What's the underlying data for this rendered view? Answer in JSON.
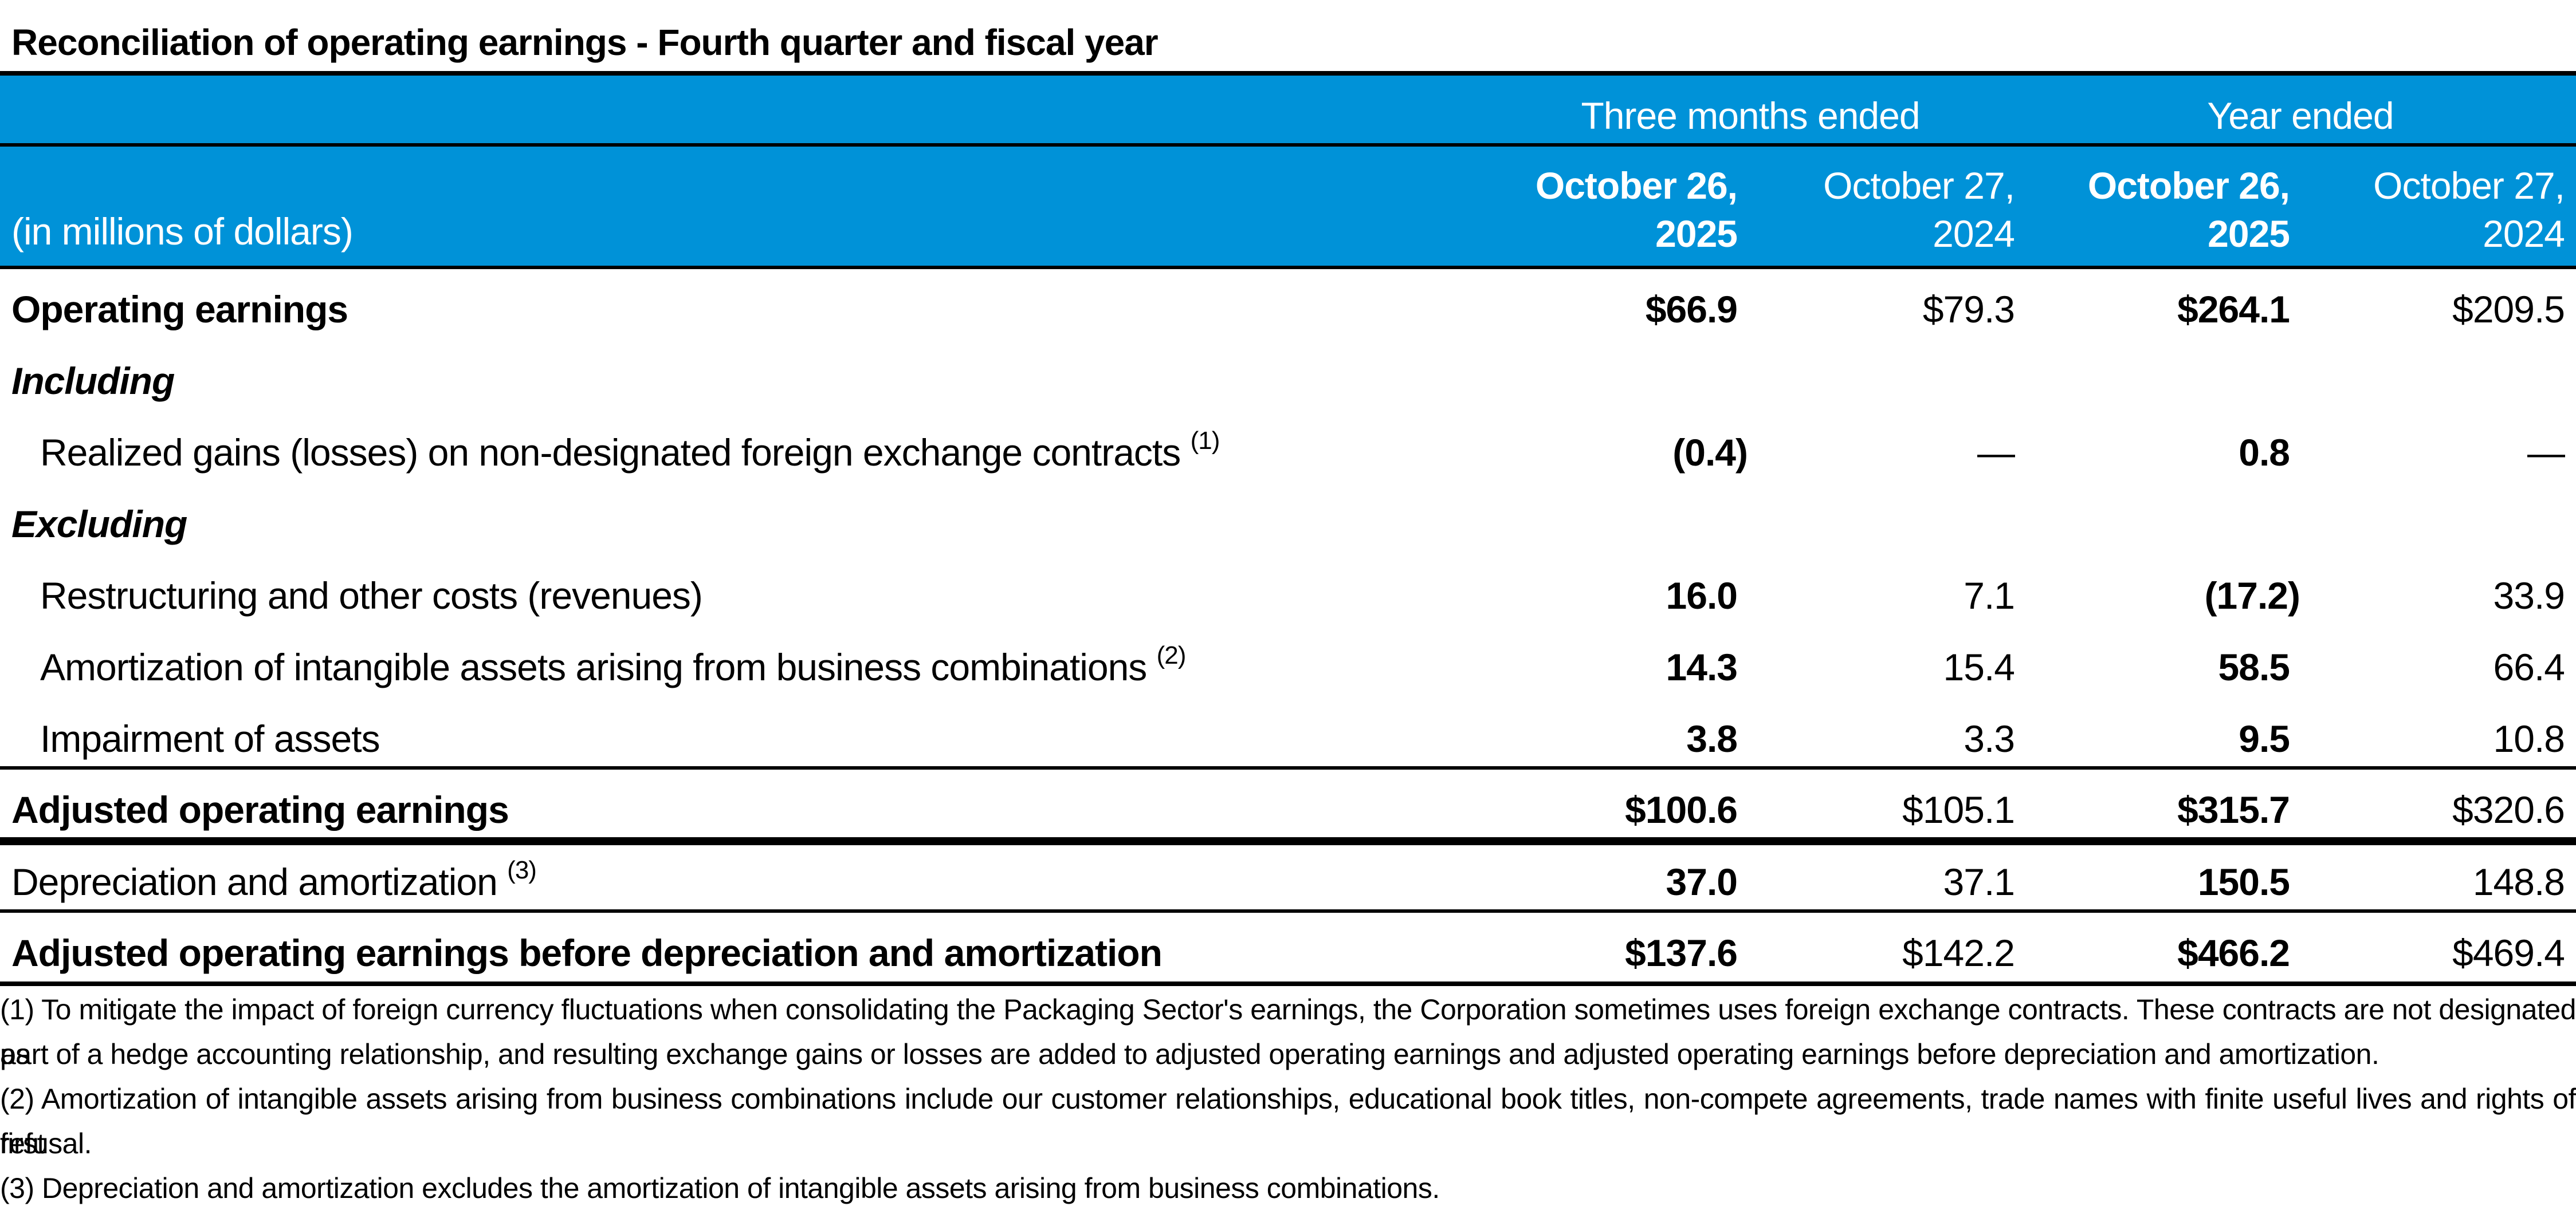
{
  "title": "Reconciliation of operating earnings - Fourth quarter and fiscal year",
  "header": {
    "group_three_months": "Three months ended",
    "group_year": "Year ended",
    "units": "(in millions of dollars)",
    "columns": [
      {
        "line1": "October 26,",
        "line2": "2025"
      },
      {
        "line1": "October 27,",
        "line2": "2024"
      },
      {
        "line1": "October 26,",
        "line2": "2025"
      },
      {
        "line1": "October 27,",
        "line2": "2024"
      }
    ]
  },
  "rows": [
    {
      "label": "Operating earnings",
      "note": "",
      "values": [
        "$66.9",
        "$79.3",
        "$264.1",
        "$209.5"
      ]
    },
    {
      "label": "Including",
      "note": "",
      "values": [
        "",
        "",
        "",
        ""
      ]
    },
    {
      "label": "Realized gains (losses) on non-designated foreign exchange contracts",
      "note": "(1)",
      "values": [
        "(0.4)",
        "—",
        "0.8",
        "—"
      ]
    },
    {
      "label": "Excluding",
      "note": "",
      "values": [
        "",
        "",
        "",
        ""
      ]
    },
    {
      "label": "Restructuring and other costs (revenues)",
      "note": "",
      "values": [
        "16.0",
        "7.1",
        "(17.2)",
        "33.9"
      ]
    },
    {
      "label": "Amortization of intangible assets arising from business combinations",
      "note": "(2)",
      "values": [
        "14.3",
        "15.4",
        "58.5",
        "66.4"
      ]
    },
    {
      "label": "Impairment of assets",
      "note": "",
      "values": [
        "3.8",
        "3.3",
        "9.5",
        "10.8"
      ]
    },
    {
      "label": "Adjusted operating earnings",
      "note": "",
      "values": [
        "$100.6",
        "$105.1",
        "$315.7",
        "$320.6"
      ]
    },
    {
      "label": "Depreciation and amortization",
      "note": "(3)",
      "values": [
        "37.0",
        "37.1",
        "150.5",
        "148.8"
      ]
    },
    {
      "label": "Adjusted operating earnings before depreciation and amortization",
      "note": "",
      "values": [
        "$137.6",
        "$142.2",
        "$466.2",
        "$469.4"
      ]
    }
  ],
  "footnotes": {
    "f1_line1": "(1) To mitigate the impact of foreign currency fluctuations when consolidating the Packaging Sector's earnings, the Corporation sometimes uses foreign exchange contracts. These contracts are not designated as",
    "f1_line2": "part of a hedge accounting relationship, and resulting exchange gains or losses are added to adjusted operating earnings and adjusted operating earnings before depreciation and amortization.",
    "f2_line1": "(2) Amortization of intangible assets arising from business combinations include our customer relationships, educational book titles, non-compete agreements, trade names with finite useful lives and rights of first",
    "f2_line2": "refusal.",
    "f3": "(3) Depreciation and amortization excludes the amortization of intangible assets arising from business combinations."
  },
  "colors": {
    "header_band": "#0092d8",
    "header_text": "#ffffff",
    "rules": "#000000"
  }
}
